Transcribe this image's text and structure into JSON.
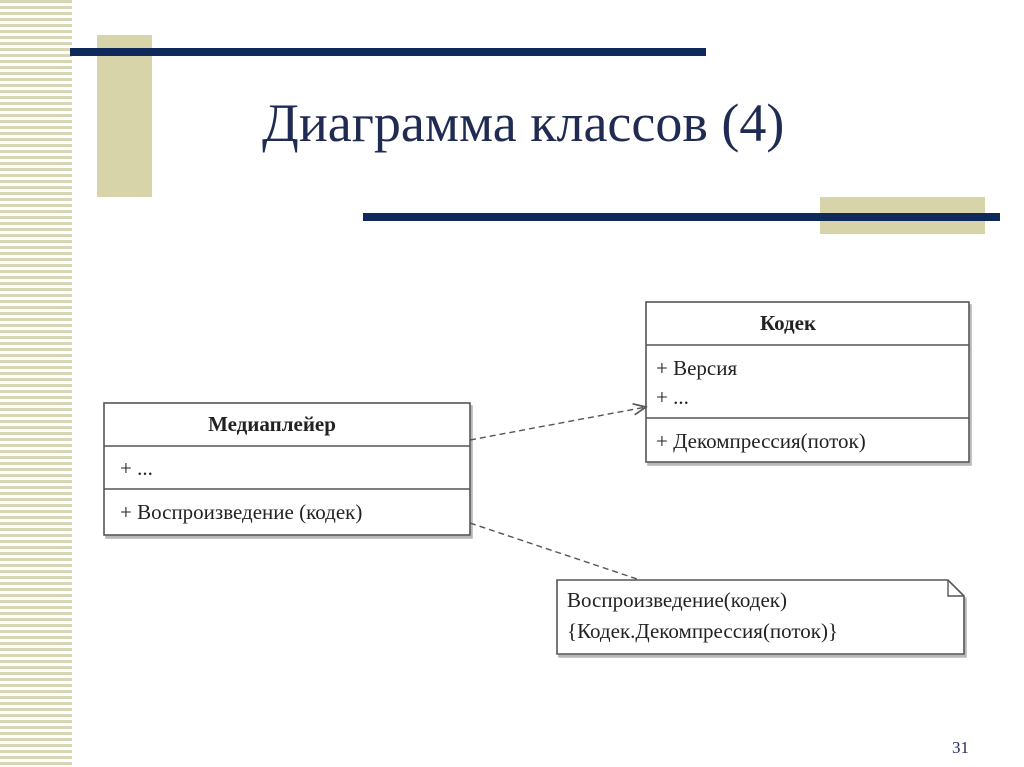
{
  "slide": {
    "title": "Диаграмма классов (4)",
    "page_number": "31"
  },
  "diagram": {
    "classes": [
      {
        "name": "Кодек",
        "attributes": [
          "+ Версия",
          "+ ..."
        ],
        "operations": [
          "+ Декомпрессия(поток)"
        ]
      },
      {
        "name": "Медиаплейер",
        "attributes": [
          "+ ..."
        ],
        "operations": [
          "+ Воспроизведение (кодек)"
        ]
      }
    ],
    "note": {
      "lines": [
        "Воспроизведение(кодек)",
        "{Кодек.Декомпрессия(поток)}"
      ]
    },
    "relations": [
      {
        "type": "dependency",
        "from": "Медиаплейер",
        "to": "Кодек"
      },
      {
        "type": "note-anchor",
        "from": "Медиаплейер",
        "to": "note"
      }
    ]
  },
  "colors": {
    "title": "#1f2b53",
    "accent_bar": "#0f2a5a",
    "accent_block": "#d6d4a8",
    "diagram_line": "#555555"
  }
}
